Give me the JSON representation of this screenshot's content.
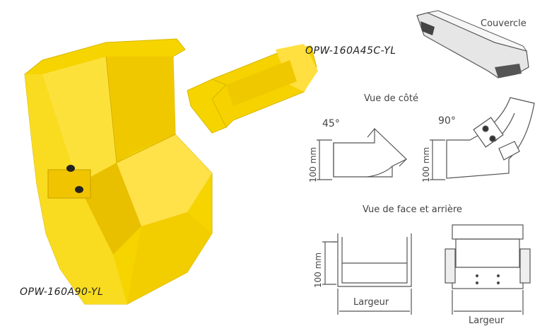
{
  "labels": {
    "model_main": "OPW-160A90-YL",
    "model_connector": "OPW-160A45C-YL",
    "cover": "Couvercle",
    "side_view": "Vue de côté",
    "angle_45": "45°",
    "angle_90": "90°",
    "height_1": "100 mm",
    "height_2": "100 mm",
    "height_3": "100 mm",
    "front_back_view": "Vue de face et arrière",
    "width_1": "Largeur",
    "width_2": "Largeur"
  },
  "colors": {
    "product_yellow": "#f5d400",
    "product_shadow": "#e0b800",
    "line_drawing": "#555555"
  }
}
